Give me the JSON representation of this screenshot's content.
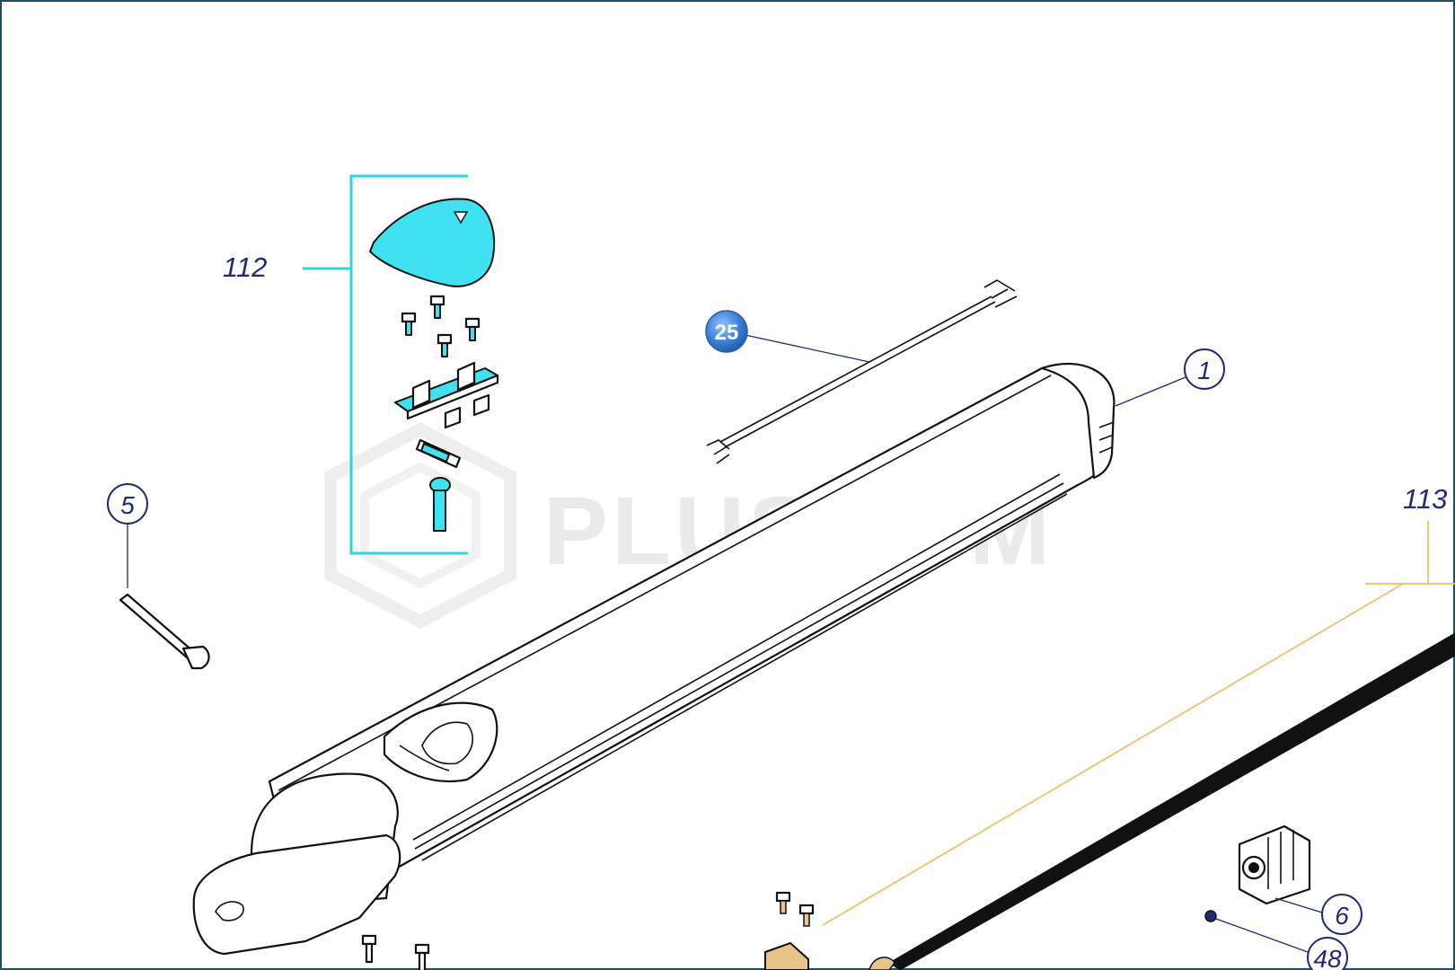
{
  "watermark": {
    "text": "PLUSCOM"
  },
  "callouts": {
    "group_112": "112",
    "part_25": "25",
    "part_1": "1",
    "part_5": "5",
    "group_113": "113",
    "part_6": "6",
    "part_48": "48"
  },
  "colors": {
    "frame": "#1f4e63",
    "callout_ink": "#1e2a78",
    "highlight_cyan": "#3fe2f0",
    "badge_blue": "#3a7fd5",
    "bracket_gold": "#ecc77a"
  }
}
